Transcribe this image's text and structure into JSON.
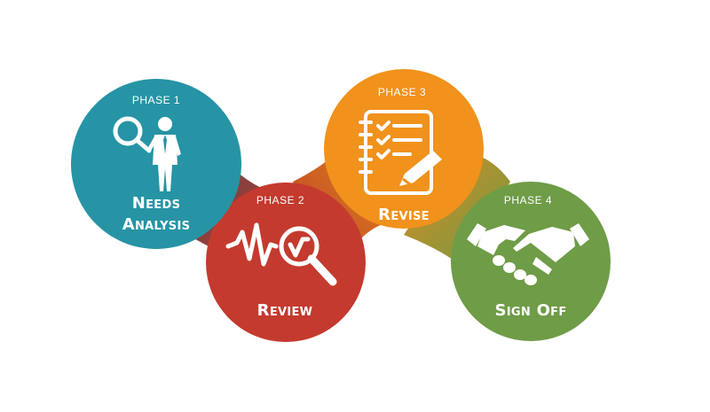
{
  "phases": [
    {
      "label": "PHASE 1",
      "title_line1": "Needs",
      "title_line2": "Analysis",
      "color": "#2694a5",
      "icon": "magnifier-person-icon"
    },
    {
      "label": "PHASE 2",
      "title_line1": "Review",
      "color": "#c43a2e",
      "icon": "waveform-magnifier-icon"
    },
    {
      "label": "PHASE 3",
      "title_line1": "Revise",
      "color": "#f0921c",
      "icon": "checklist-pencil-icon"
    },
    {
      "label": "PHASE 4",
      "title_line1": "Sign Off",
      "color": "#6f9c47",
      "icon": "handshake-icon"
    }
  ]
}
